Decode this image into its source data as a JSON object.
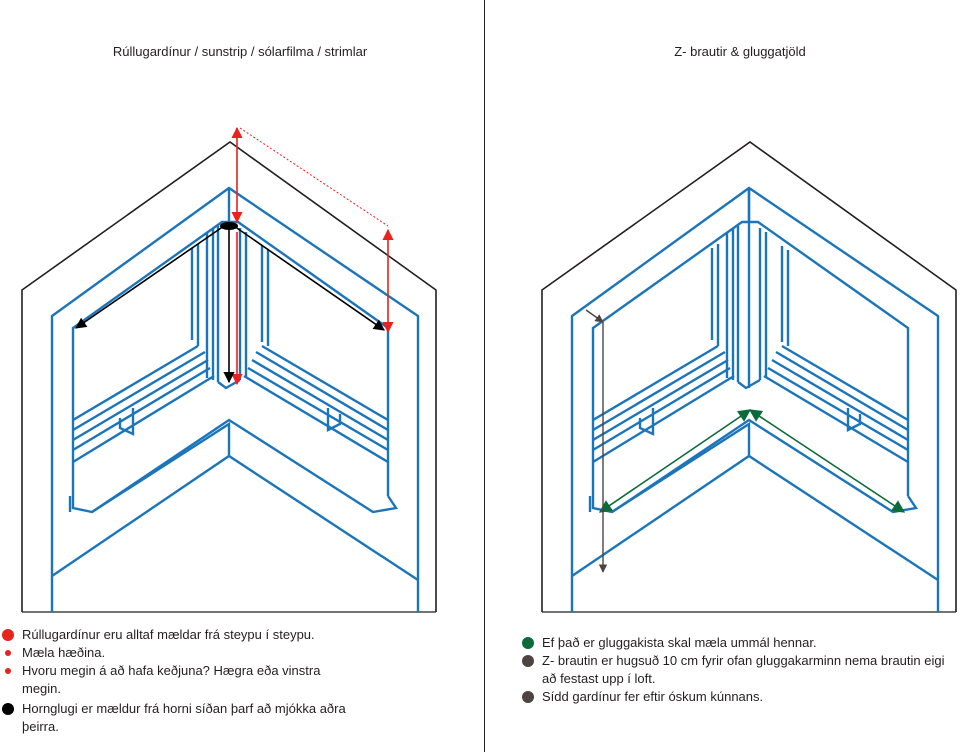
{
  "left_panel": {
    "title": "Rúllugardínur / sunstrip / sólarfilma / strimlar",
    "notes": [
      {
        "text": "Rúllugardínur eru alltaf mældar frá steypu í steypu.",
        "marker_color": "#e8231d",
        "marker": "large-dot"
      },
      {
        "text": "Mæla hæðina.",
        "marker_color": "#e8231d",
        "marker": "small-dot"
      },
      {
        "text": "Hvoru megin á að hafa keðjuna? Hægra eða vinstra megin.",
        "marker_color": "#e8231d",
        "marker": "small-dot"
      },
      {
        "text": "Hornglugi er mældur frá horni síðan þarf að mjókka aðra þeirra.",
        "marker_color": "#000000",
        "marker": "large-dot"
      }
    ]
  },
  "right_panel": {
    "title": "Z- brautir & gluggatjöld",
    "notes": [
      {
        "text": "Ef það er gluggakista skal mæla ummál hennar.",
        "marker_color": "#0c6b3a",
        "marker": "large-dot"
      },
      {
        "text": "Z- brautin er hugsuð 10 cm fyrir ofan gluggakarminn nema brautin eigi að festast upp í loft.",
        "marker_color": "#4d4441",
        "marker": "large-dot"
      },
      {
        "text": "Sídd gardínur fer eftir óskum kúnnans.",
        "marker_color": "#4d4441",
        "marker": "large-dot"
      }
    ]
  },
  "colors": {
    "outline": "#231f20",
    "window": "#1b75bb",
    "measure_red": "#e8231d",
    "measure_black": "#000000",
    "measure_green": "#0c6b3a",
    "measure_brown": "#4d4441"
  }
}
